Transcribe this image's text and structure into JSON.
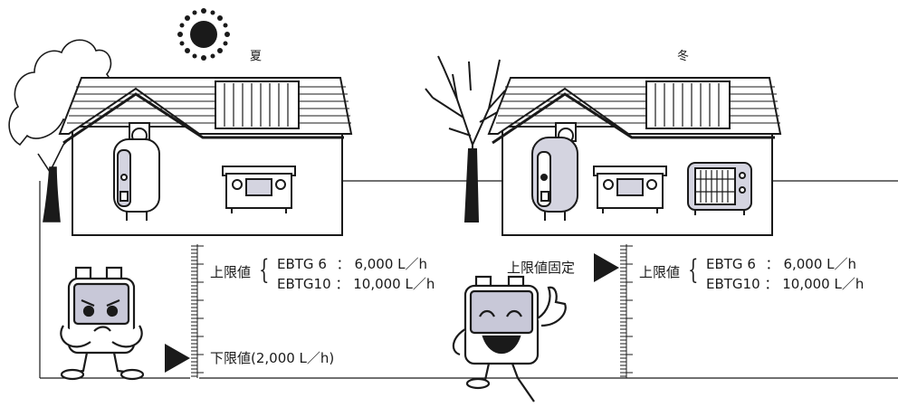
{
  "seasons": {
    "summer_label": "夏",
    "winter_label": "冬"
  },
  "left_panel": {
    "upper_label": "上限値",
    "spec_rows": [
      {
        "model": "EBTG 6",
        "separator": "：",
        "value": "6,000 L／h"
      },
      {
        "model": "EBTG10",
        "separator": "：",
        "value": "10,000 L／h"
      }
    ],
    "lower_label": "下限値(2,000 L／h)"
  },
  "right_panel": {
    "fixed_label": "上限値固定",
    "upper_label": "上限値",
    "spec_rows": [
      {
        "model": "EBTG 6",
        "separator": "：",
        "value": "6,000 L／h"
      },
      {
        "model": "EBTG10",
        "separator": "：",
        "value": "10,000 L／h"
      }
    ]
  },
  "colors": {
    "ink": "#1a1a1a",
    "meter_face": "#c8c8d8",
    "appliance_face": "#d4d4e0",
    "background": "#ffffff"
  },
  "icons": [
    "sun-icon",
    "leafy-tree-icon",
    "bare-tree-icon",
    "water-heater-icon",
    "gas-stove-icon",
    "gas-heater-icon",
    "angry-meter-mascot-icon",
    "happy-meter-mascot-icon",
    "arrow-right-icon"
  ]
}
